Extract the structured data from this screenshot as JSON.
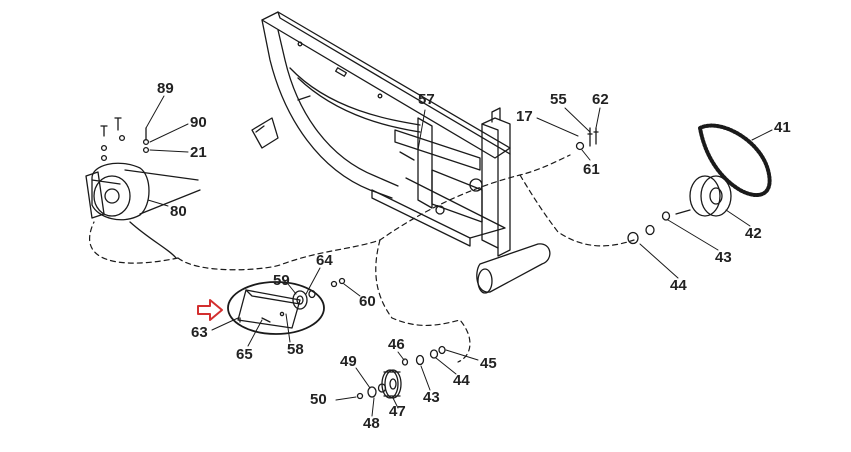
{
  "callouts": {
    "c89": "89",
    "c90": "90",
    "c21": "21",
    "c80": "80",
    "c57": "57",
    "c17": "17",
    "c55": "55",
    "c62": "62",
    "c61": "61",
    "c41": "41",
    "c42": "42",
    "c43a": "43",
    "c44a": "44",
    "c64": "64",
    "c59": "59",
    "c60": "60",
    "c63": "63",
    "c65": "65",
    "c58": "58",
    "c46": "46",
    "c45": "45",
    "c44b": "44",
    "c49": "49",
    "c43b": "43",
    "c50": "50",
    "c47": "47",
    "c48": "48"
  },
  "colors": {
    "line": "#1a1a1a",
    "highlight_arrow": "#d32f2f",
    "background": "#ffffff"
  },
  "icons": {
    "pointer": "red-outline-arrow-icon"
  }
}
